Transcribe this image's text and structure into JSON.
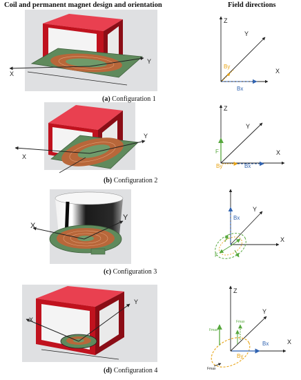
{
  "headers": {
    "left": "Coil and permanent magnet design and orientation",
    "right": "Field directions"
  },
  "configs": [
    {
      "letter": "(a)",
      "label": " Configuration 1"
    },
    {
      "letter": "(b)",
      "label": " Configuration 2"
    },
    {
      "letter": "(c)",
      "label": " Configuration 3"
    },
    {
      "letter": "(d)",
      "label": " Configuration 4"
    }
  ],
  "axes": {
    "x": "X",
    "y": "Y",
    "z": "Z"
  },
  "vectors": {
    "bx": "Bx",
    "by": "By",
    "f": "F",
    "fmax": "Fmax"
  },
  "colors": {
    "magnet_red": "#c0121e",
    "coil_green": "#5f8a5c",
    "coil_copper": "#b8673a",
    "bx_blue": "#2f62b0",
    "by_orange": "#e8a313",
    "force_green": "#57a83d",
    "axis": "#222222"
  }
}
